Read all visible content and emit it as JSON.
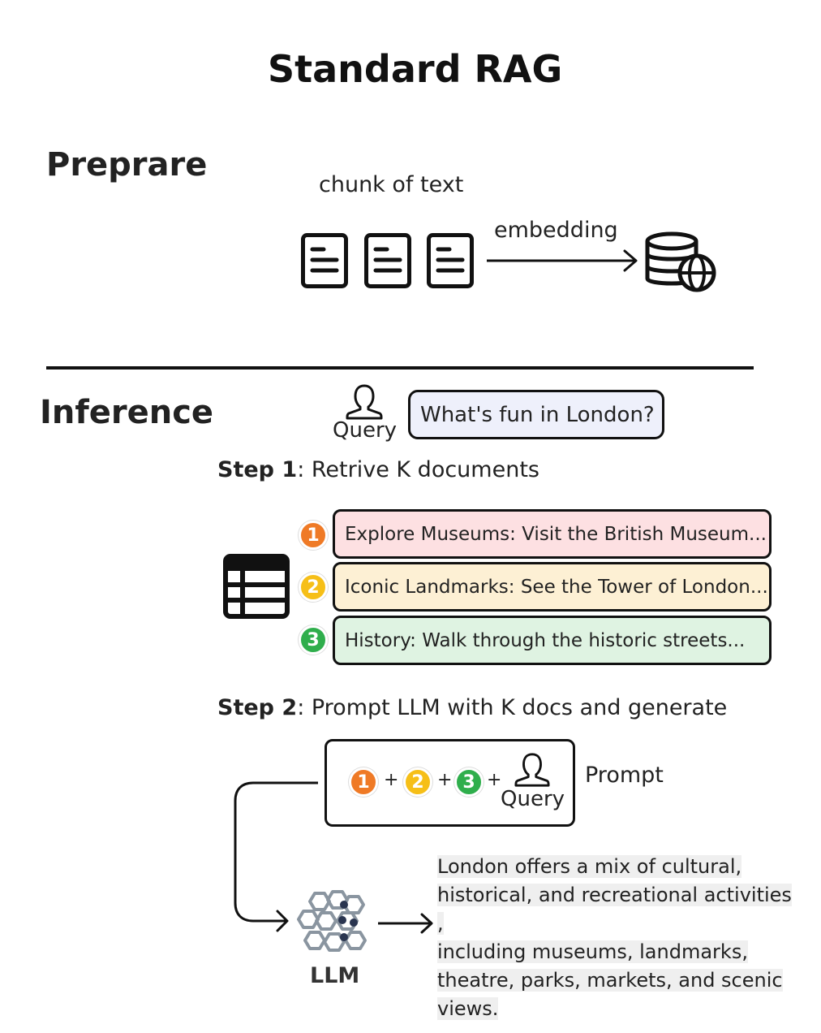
{
  "title": "Standard RAG",
  "prepare": {
    "heading": "Preprare",
    "chunk_label": "chunk of text",
    "embedding_label": "embedding",
    "icons": [
      "document-icon",
      "document-icon",
      "document-icon",
      "vector-database-icon"
    ]
  },
  "inference": {
    "heading": "Inference",
    "query_label": "Query",
    "query_text": "What's fun in London?",
    "step1": {
      "bold": "Step 1",
      "rest": ": Retrive K documents"
    },
    "documents": [
      {
        "num": "1",
        "text": "Explore Museums: Visit the British Museum...",
        "fill": "#fde0e2",
        "badge": "#ef7a26"
      },
      {
        "num": "2",
        "text": "Iconic Landmarks: See the Tower of London...",
        "fill": "#fdf0d4",
        "badge": "#f6bf18"
      },
      {
        "num": "3",
        "text": "History: Walk through the historic streets...",
        "fill": "#dff3e2",
        "badge": "#2fae4c"
      }
    ],
    "step2": {
      "bold": "Step 2",
      "rest": ": Prompt LLM with K docs and generate"
    },
    "prompt": {
      "nums": [
        "1",
        "2",
        "3"
      ],
      "plus": "+",
      "query_label": "Query",
      "label": "Prompt"
    },
    "llm_label": "LLM",
    "answer_lines": [
      "London offers a mix of cultural,",
      "historical, and recreational activities ,",
      "including museums, landmarks,",
      "theatre, parks, markets, and scenic",
      "views."
    ]
  }
}
